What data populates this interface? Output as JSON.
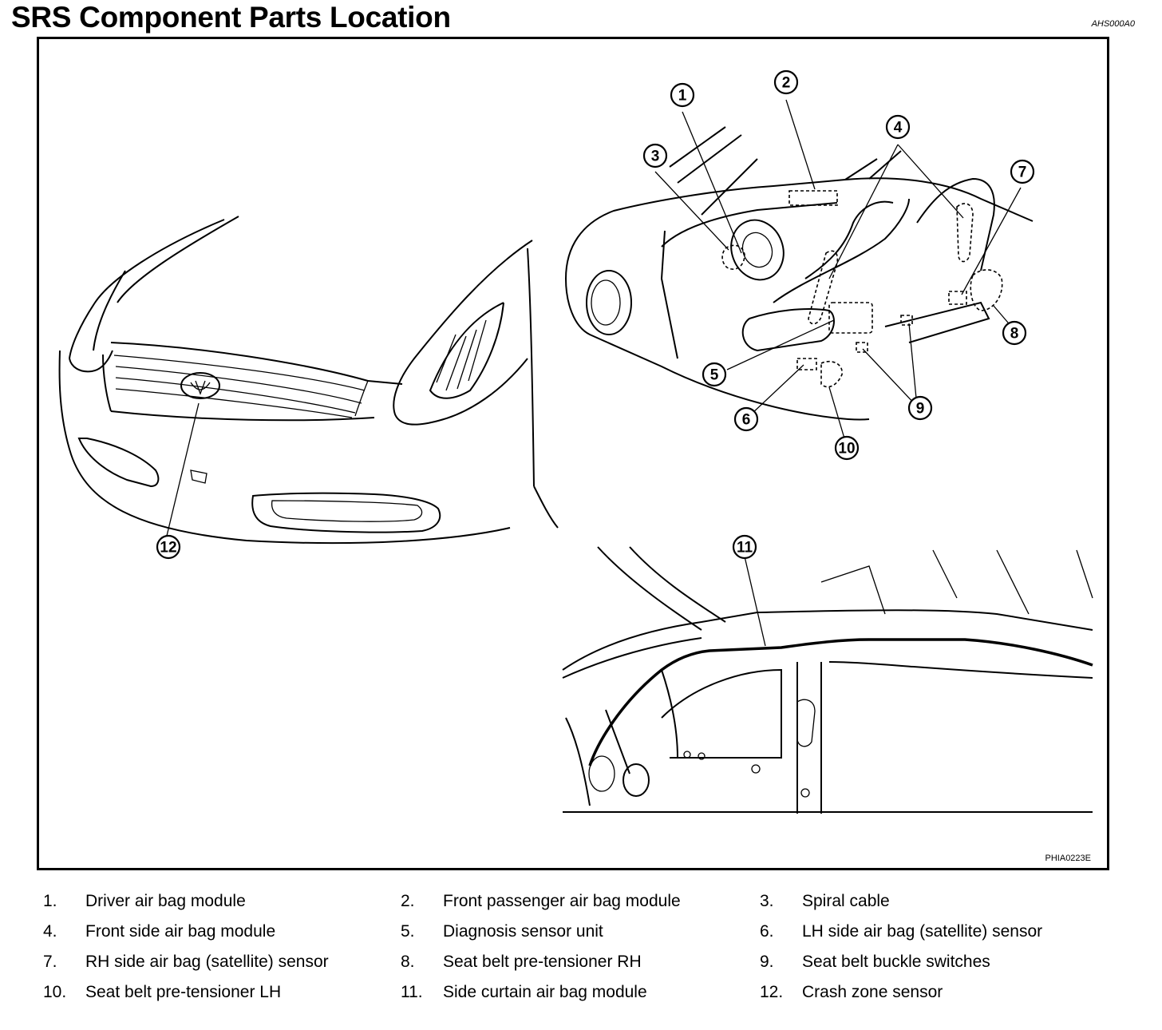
{
  "title": "SRS Component Parts Location",
  "figure_code_top": "AHS000A0",
  "figure_code_bottom": "PHIA0223E",
  "callouts": [
    "1",
    "2",
    "3",
    "4",
    "5",
    "6",
    "7",
    "8",
    "9",
    "10",
    "11",
    "12"
  ],
  "legend": [
    {
      "num": "1.",
      "text": "Driver air bag module"
    },
    {
      "num": "2.",
      "text": "Front passenger air bag module"
    },
    {
      "num": "3.",
      "text": "Spiral cable"
    },
    {
      "num": "4.",
      "text": "Front side air bag module"
    },
    {
      "num": "5.",
      "text": "Diagnosis sensor unit"
    },
    {
      "num": "6.",
      "text": "LH side air bag (satellite) sensor"
    },
    {
      "num": "7.",
      "text": "RH side air bag (satellite) sensor"
    },
    {
      "num": "8.",
      "text": "Seat belt pre-tensioner RH"
    },
    {
      "num": "9.",
      "text": "Seat belt buckle switches"
    },
    {
      "num": "10.",
      "text": "Seat belt pre-tensioner LH"
    },
    {
      "num": "11.",
      "text": "Side curtain air bag module"
    },
    {
      "num": "12.",
      "text": "Crash zone sensor"
    }
  ]
}
